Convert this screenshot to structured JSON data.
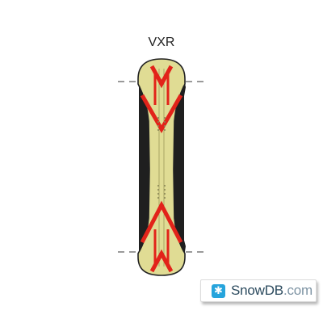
{
  "title": "VXR",
  "badge": {
    "icon": "snowflake-icon",
    "name": "SnowDB",
    "suffix": ".com"
  },
  "colors": {
    "base": "#e0dc94",
    "base_outline": "#222222",
    "edge": "#222222",
    "stripe": "#e2231a",
    "reference_line": "#9a9a9a",
    "brand": "#26a4dc"
  }
}
